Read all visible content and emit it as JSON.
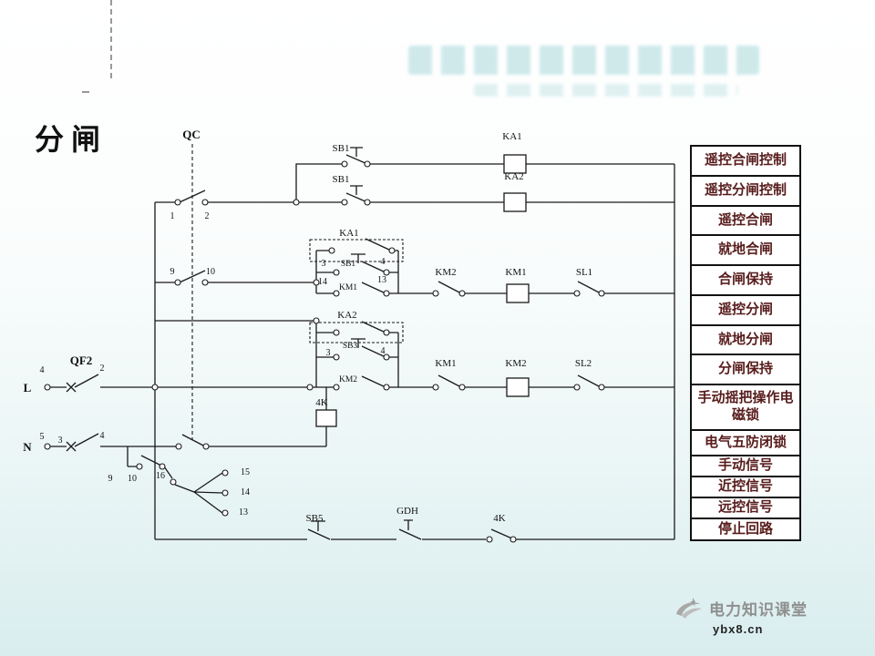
{
  "title": "分闸",
  "legend": {
    "rows": [
      {
        "label": "遥控合闸控制"
      },
      {
        "label": "遥控分闸控制"
      },
      {
        "label": "遥控合闸"
      },
      {
        "label": "就地合闸"
      },
      {
        "label": "合闸保持"
      },
      {
        "label": "遥控分闸"
      },
      {
        "label": "就地分闸"
      },
      {
        "label": "分闸保持"
      },
      {
        "label": "手动摇把操作电磁锁"
      },
      {
        "label": "电气五防闭锁"
      },
      {
        "label": "手动信号"
      },
      {
        "label": "近控信号"
      },
      {
        "label": "远控信号"
      },
      {
        "label": "停止回路"
      }
    ]
  },
  "circuit": {
    "qc_label": "QC",
    "remote_close": {
      "button": "SB1",
      "coil": "KA1"
    },
    "remote_open": {
      "button": "SB1",
      "coil": "KA2",
      "term_1": "1",
      "term_2": "2"
    },
    "close_rung": {
      "term_9": "9",
      "term_10": "10",
      "relay_contact": "KA1",
      "term_3": "3",
      "button": "SB1",
      "term_4": "4",
      "term_14": "14",
      "hold_contact": "KM1",
      "term_13": "13",
      "interlock": "KM2",
      "coil": "KM1",
      "limit": "SL1"
    },
    "open_rung": {
      "relay_contact": "KA2",
      "term_3": "3",
      "button": "SB3",
      "term_4": "4",
      "hold_contact": "KM2",
      "interlock": "KM1",
      "coil": "KM2",
      "limit": "SL2"
    },
    "supply": {
      "line": "L",
      "neutral": "N",
      "breaker": "QF2",
      "l_term_4": "4",
      "l_term_2": "2",
      "n_term_5": "5",
      "n_term_3": "3",
      "n_term_4": "4"
    },
    "lock": {
      "coil": "4K",
      "term_9": "9",
      "term_10": "10",
      "term_16": "16",
      "term_15": "15",
      "term_14": "14",
      "term_13": "13"
    },
    "stop_rung": {
      "button": "SB5",
      "element": "GDH",
      "contact": "4K"
    }
  },
  "footer": {
    "brand": "电力知识课堂",
    "site": "ybx8.cn"
  }
}
